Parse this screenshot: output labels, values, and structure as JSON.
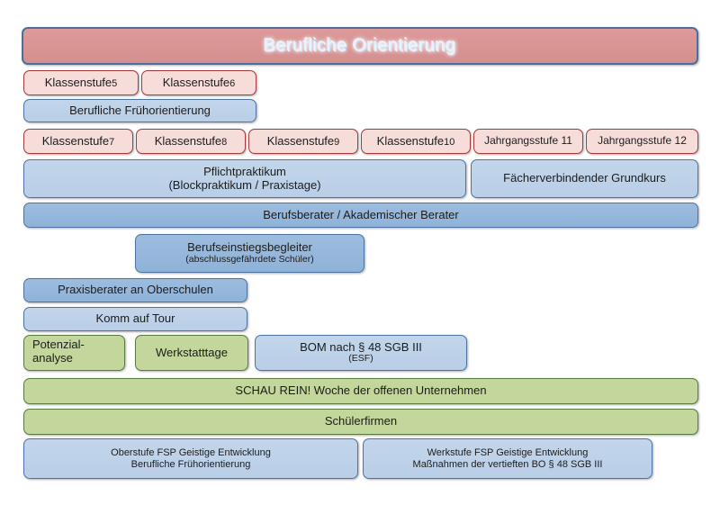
{
  "title": {
    "label": "Berufliche Orientierung",
    "color": "#d49191",
    "border_color": "#4b6e9c",
    "text_color": "#eaf2fb"
  },
  "palette": {
    "pink_fill": "#f6ddd9",
    "pink_border": "#a33b3b",
    "blue_fill": "#bdd1e8",
    "blue_dark_fill": "#97b8db",
    "blue_border": "#4c74a3",
    "green_fill": "#c3d69b",
    "green_border": "#5b7a3f",
    "background": "#ffffff"
  },
  "grade_row_1": [
    {
      "word": "Klassenstufe",
      "number": "5"
    },
    {
      "word": "Klassenstufe",
      "number": "6"
    }
  ],
  "grade_row_2": [
    {
      "word": "Klassenstufe",
      "number": "7"
    },
    {
      "word": "Klassenstufe",
      "number": "8"
    },
    {
      "word": "Klassenstufe",
      "number": "9"
    },
    {
      "word": "Klassenstufe",
      "number": "10"
    },
    {
      "word": "Jahrgangsstufe",
      "number": "11"
    },
    {
      "word": "Jahrgangsstufe",
      "number": "12"
    }
  ],
  "measures": {
    "frueh_orientierung": "Berufliche Frühorientierung",
    "pflichtpraktikum_main": "Pflichtpraktikum",
    "pflichtpraktikum_sub": "(Blockpraktikum / Praxistage)",
    "faecherverbindender": "Fächerverbindender Grundkurs",
    "berufsberater": "Berufsberater / Akademischer Berater",
    "einstiegsbegleiter_main": "Berufseinstiegsbegleiter",
    "einstiegsbegleiter_sub": "(abschlussgefährdete Schüler)",
    "praxisberater": "Praxisberater an Oberschulen",
    "komm_auf_tour": "Komm auf Tour",
    "potenzialanalyse": "Potenzial-\nanalyse",
    "potenzialanalyse_line1": "Potenzial-",
    "potenzialanalyse_line2": "analyse",
    "werkstatttage": "Werkstatttage",
    "bom_main": "BOM nach § 48 SGB III",
    "bom_sub": "(ESF)",
    "schau_rein": "SCHAU REIN! Woche der offenen Unternehmen",
    "schuelerfirmen": "Schülerfirmen",
    "oberstufe_fsp_line1": "Oberstufe FSP Geistige Entwicklung",
    "oberstufe_fsp_line2": "Berufliche Frühorientierung",
    "werkstufe_fsp_line1": "Werkstufe FSP Geistige Entwicklung",
    "werkstufe_fsp_line2": "Maßnahmen der vertieften BO § 48 SGB III"
  }
}
